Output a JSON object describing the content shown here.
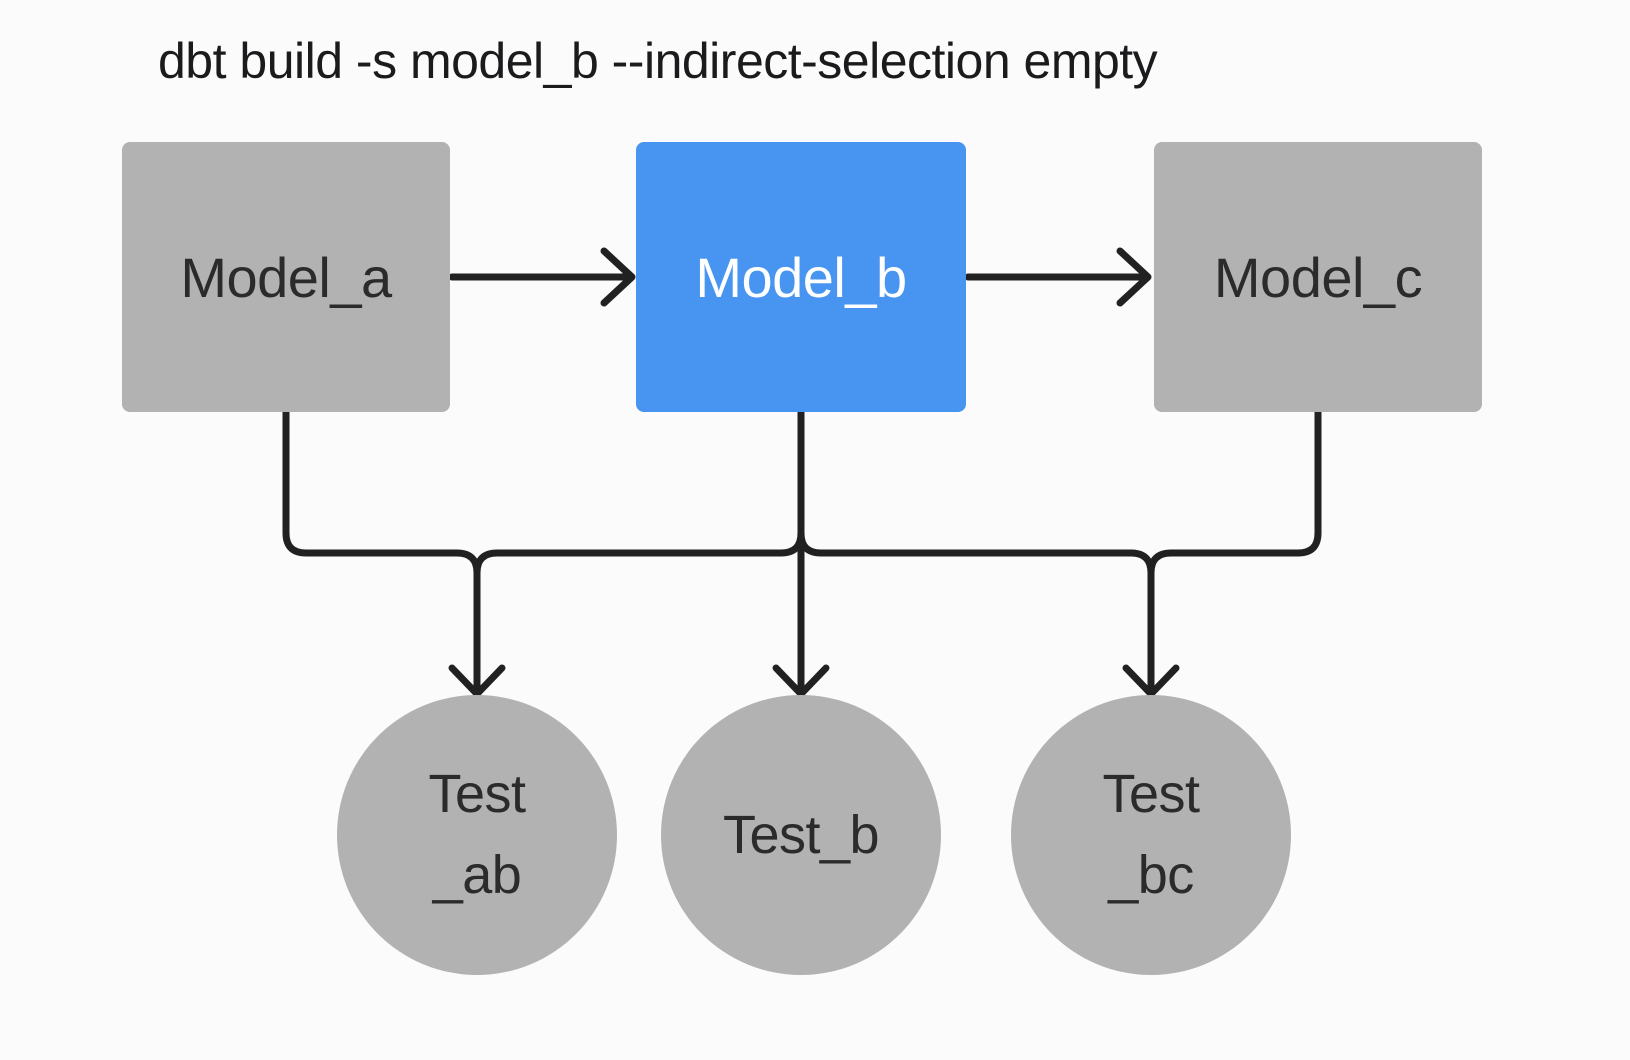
{
  "title": "dbt build -s model_b --indirect-selection empty",
  "colors": {
    "background": "#fbfbfb",
    "node_gray": "#b2b2b2",
    "node_selected_blue": "#4795f0",
    "edge_stroke": "#212121",
    "text_dark": "#2b2b2b",
    "text_light": "#ffffff",
    "title_text": "#1b1b1d"
  },
  "diagram": {
    "models": [
      {
        "id": "model_a",
        "label": "Model_a",
        "selected": false
      },
      {
        "id": "model_b",
        "label": "Model_b",
        "selected": true
      },
      {
        "id": "model_c",
        "label": "Model_c",
        "selected": false
      }
    ],
    "tests": [
      {
        "id": "test_ab",
        "label_lines": [
          "Test",
          "_ab"
        ]
      },
      {
        "id": "test_b",
        "label_lines": [
          "Test_b"
        ]
      },
      {
        "id": "test_bc",
        "label_lines": [
          "Test",
          "_bc"
        ]
      }
    ],
    "edges": [
      {
        "from": "model_a",
        "to": "model_b"
      },
      {
        "from": "model_b",
        "to": "model_c"
      },
      {
        "from": "model_a",
        "to": "test_ab"
      },
      {
        "from": "model_b",
        "to": "test_ab"
      },
      {
        "from": "model_b",
        "to": "test_b"
      },
      {
        "from": "model_b",
        "to": "test_bc"
      },
      {
        "from": "model_c",
        "to": "test_bc"
      }
    ]
  }
}
